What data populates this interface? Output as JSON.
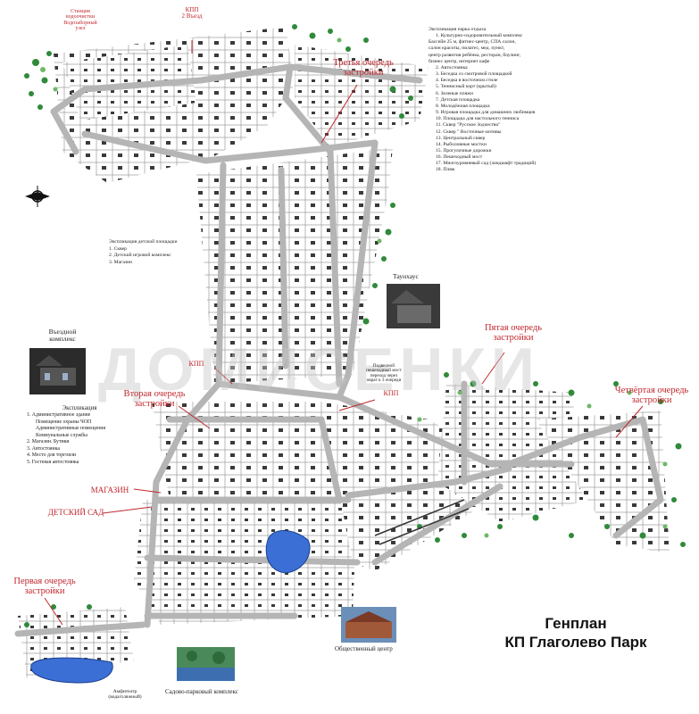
{
  "title": {
    "line1": "Генплан",
    "line2": "КП Глаголево Парк"
  },
  "watermark": "ДОМИСЕНКИ",
  "queues": {
    "first": "Первая очередь\nзастройки",
    "second": "Вторая очередь\nзастройки",
    "third": "Третья очередь\nзастройки",
    "fourth": "Четвёртая очередь\nзастройки",
    "fifth": "Пятая очередь\nзастройки"
  },
  "places": {
    "station": "Станция\nводоочистки\nВодозаборный\nузел",
    "kpp_top": "КПП\n2 Въезд",
    "kpp_mid": "КПП",
    "kpp_right": "КПП",
    "shop": "МАГАЗИН",
    "kindergarten": "ДЕТСКИЙ САД",
    "entrance_complex": "Въездной\nкомплекс",
    "townhouse": "Таунхаус",
    "public_center": "Общественный центр",
    "garden_complex": "Садово-парковый комплекс",
    "amphitheater": "Амфитеатр\n(вода/пляжный)",
    "bridge_note": "Подвесной\nпешеходный мост\nпереход через\nовраг к 3 очереди"
  },
  "kids_legend": {
    "title": "Экспликация детской площадки",
    "items": [
      "1. Сквер",
      "2. Детский игровой комплекс",
      "3. Магазин"
    ]
  },
  "left_legend": {
    "title": "Экспликация",
    "items": [
      "1. Административное здание",
      "Помещение охраны ЧОП",
      "Административные помещения",
      "Коммунальные службы",
      "2. Магазин. Бутики",
      "3. Автостоянка",
      "4. Место для торговли",
      "5. Гостевая автостоянка"
    ]
  },
  "right_legend": {
    "title": "Экспликация парка отдыха",
    "items": [
      "1. Культурно-оздоровительный комплекс",
      "Бассейн 25 м, фитнес-центр, СПА салон,",
      "салон красоты, пилатес, мед. пункт,",
      "центр развития ребёнка, ресторан, боулинг,",
      "бизнес центр, интернет кафе",
      "2. Автостоянка",
      "3. Беседка со смотровой площадкой",
      "4. Беседка в восточном стиле",
      "5. Теннисный корт (крытый)",
      "6. Зеленые пляжи",
      "7. Детская площадка",
      "8. Молодёжная площадка",
      "9. Игровая площадка для домашних любимцев",
      "10. Площадка для настольного тенниса",
      "11. Сквер \"Русское Зодчество\"",
      "12. Сквер \" Восточные мотивы",
      "13. Центральный сквер",
      "14. Рыболовные мостки",
      "15. Прогулочные дорожки",
      "16. Пешеходный мост",
      "17. Многоуровневый сад (ландшафт традиций)",
      "18. Пляж"
    ]
  },
  "colors": {
    "road": "#b9b9b9",
    "road_edge": "#8a8a8a",
    "plot_line": "#7c7c7c",
    "tree": "#2f8a3a",
    "tree_light": "#6cb866",
    "water": "#3b6fd6",
    "house": "#333333",
    "accent_red": "#c0272d"
  },
  "icons": [
    "compass-icon",
    "tree-icon",
    "house-icon",
    "pond-icon"
  ]
}
